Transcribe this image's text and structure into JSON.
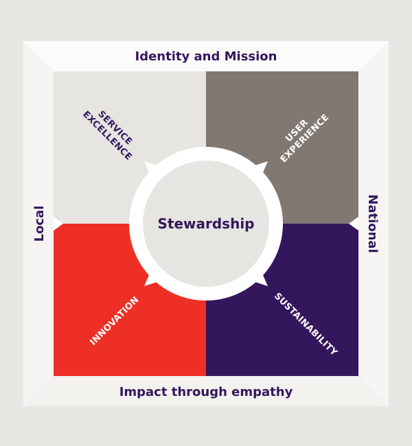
{
  "frame": {
    "top": "Identity and Mission",
    "bottom": "Impact through empathy",
    "left": "Local",
    "right": "National"
  },
  "center": {
    "label": "Stewardship"
  },
  "quadrants": {
    "top_left": {
      "line1": "SERVICE",
      "line2": "EXCELLENCE"
    },
    "top_right": {
      "line1": "USER",
      "line2": "EXPERIENCE"
    },
    "bottom_left": {
      "line1": "INNOVATION"
    },
    "bottom_right": {
      "line1": "SUSTAINABILITY"
    }
  },
  "colors": {
    "background": "#e8e7e3",
    "frame": "#ffffff",
    "frame_bevel": "#f3f2ef",
    "top_left": "#e6e5e1",
    "top_right": "#817872",
    "bottom_left": "#ee2f26",
    "bottom_right": "#34165c",
    "text_dark": "#34165c",
    "text_light": "#ffffff"
  }
}
